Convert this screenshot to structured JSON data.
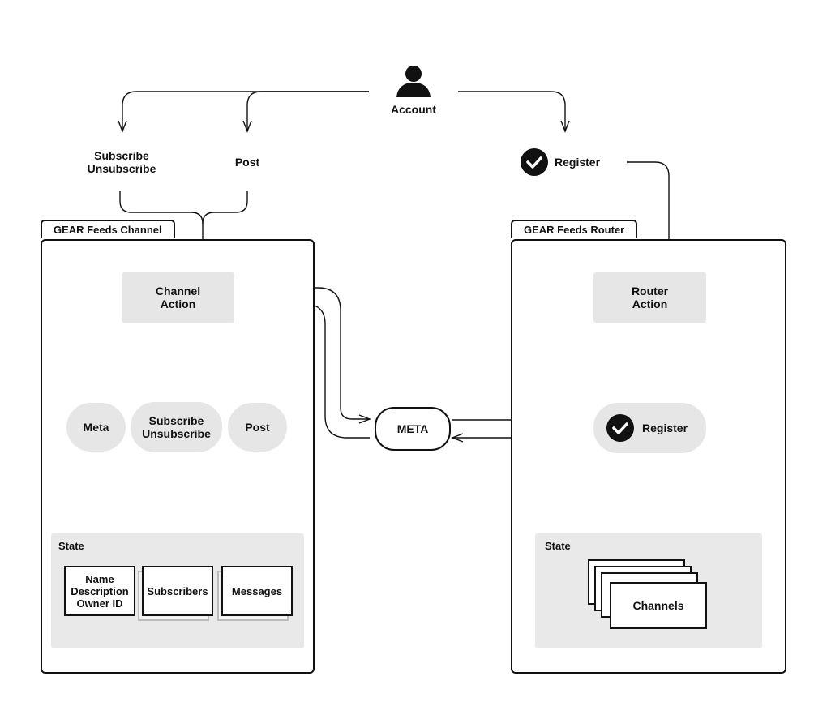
{
  "account": {
    "label": "Account",
    "icon": "user-icon"
  },
  "top_actions": {
    "subscribe_unsubscribe": "Subscribe\nUnsubscribe",
    "post": "Post",
    "register": "Register"
  },
  "channel_panel": {
    "title": "GEAR Feeds Channel",
    "action": "Channel\nAction",
    "handlers": [
      "Meta",
      "Subscribe\nUnsubscribe",
      "Post"
    ],
    "state_label": "State",
    "state_items": [
      "Name\nDescription\nOwner ID",
      "Subscribers",
      "Messages"
    ]
  },
  "meta_node": {
    "label": "META"
  },
  "router_panel": {
    "title": "GEAR Feeds Router",
    "action": "Router\nAction",
    "handler": "Register",
    "state_label": "State",
    "state_item": "Channels"
  },
  "colors": {
    "node_fill": "#e6e6e6",
    "state_fill": "#e9e9e9",
    "stroke": "#111111",
    "background": "#ffffff"
  }
}
